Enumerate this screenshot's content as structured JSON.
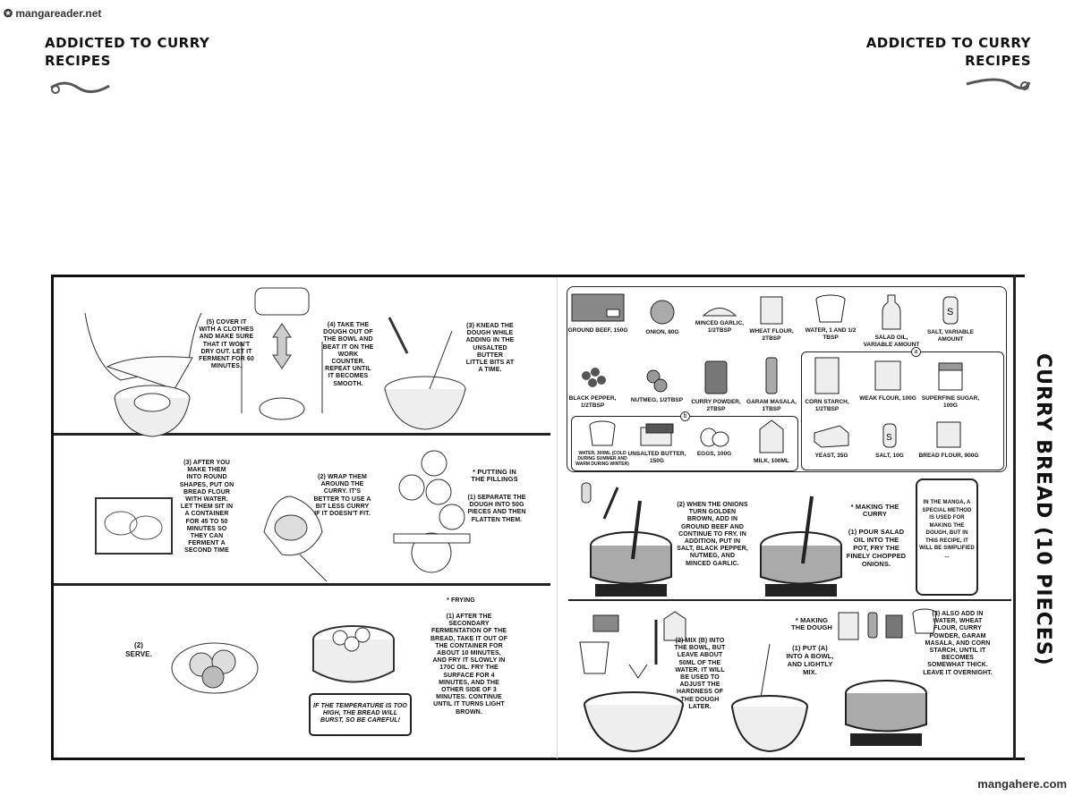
{
  "watermarks": {
    "top": "mangareader.net",
    "bottom": "mangahere.com"
  },
  "header": {
    "left_line1": "ADDICTED TO CURRY",
    "left_line2": "RECIPES",
    "right_line1": "ADDICTED TO CURRY",
    "right_line2": "RECIPES"
  },
  "title": "CURRY BREAD (10 PIECES)",
  "ingredients": {
    "row1": [
      "GROUND BEEF, 150G",
      "ONION, 80G",
      "MINCED GARLIC, 1/2TBSP",
      "WHEAT FLOUR, 2TBSP",
      "WATER, 1 AND 1/2 TBSP",
      "SALAD OIL, VARIABLE AMOUNT",
      "SALT, VARIABLE AMOUNT"
    ],
    "row2": [
      "BLACK PEPPER, 1/2TBSP",
      "NUTMEG, 1/2TBSP",
      "CURRY POWDER, 2TBSP",
      "GARAM MASALA, 1TBSP",
      "CORN STARCH, 1/2TBSP"
    ],
    "group_a_label": "a",
    "group_a": [
      "WEAK FLOUR, 100G",
      "SUPERFINE SUGAR, 100G",
      "YEAST, 35G",
      "SALT, 10G",
      "BREAD FLOUR, 900G"
    ],
    "group_b_label": "b",
    "group_b": [
      "WATER, 300ML (COLD DURING SUMMER AND WARM DURING WINTER)",
      "UNSALTED BUTTER, 150G",
      "EGGS, 100G",
      "MILK, 100ML"
    ]
  },
  "steps": {
    "ferment_5": "(5) COVER IT WITH A CLOTHES AND MAKE SURE THAT IT WON'T DRY OUT. LET IT FERMENT FOR 60 MINUTES.",
    "beat_4": "(4) TAKE THE DOUGH OUT OF THE BOWL AND BEAT IT ON THE WORK COUNTER. REPEAT UNTIL IT BECOMES SMOOTH.",
    "knead_3": "(3) KNEAD THE DOUGH WHILE ADDING IN THE UNSALTED BUTTER LITTLE BITS AT A TIME.",
    "fill_3": "(3) AFTER YOU MAKE THEM INTO ROUND SHAPES, PUT ON BREAD FLOUR WITH WATER. LET THEM SIT IN A CONTAINER FOR 45 TO 50 MINUTES SO THEY CAN FERMENT A SECOND TIME",
    "fill_2": "(2) WRAP THEM AROUND THE CURRY. IT'S BETTER TO USE A BIT LESS CURRY IF IT DOESN'T FIT.",
    "fill_heading": "* PUTTING IN THE FILLINGS",
    "fill_1": "(1) SEPARATE THE DOUGH INTO 50G PIECES AND THEN FLATTEN THEM.",
    "serve_2": "(2) SERVE.",
    "fry_heading": "* FRYING",
    "fry_1": "(1) AFTER THE SECONDARY FERMENTATION OF THE BREAD, TAKE IT OUT OF THE CONTAINER FOR ABOUT 10 MINUTES, AND FRY IT SLOWLY IN 170C OIL. FRY THE SURFACE FOR 4 MINUTES, AND THE OTHER SIDE OF 3 MINUTES. CONTINUE UNTIL IT TURNS LIGHT BROWN.",
    "fry_warning": "IF THE TEMPERATURE IS TOO HIGH, THE BREAD WILL BURST, SO BE CAREFUL!",
    "curry_2": "(2) WHEN THE ONIONS TURN GOLDEN BROWN, ADD IN GROUND BEEF AND CONTINUE TO FRY. IN ADDITION, PUT IN SALT, BLACK PEPPER, NUTMEG, AND MINCED GARLIC.",
    "curry_heading": "* MAKING THE CURRY",
    "curry_1": "(1) POUR SALAD OIL INTO THE POT, FRY THE FINELY CHOPPED ONIONS.",
    "note": "IN THE MANGA, A SPECIAL METHOD IS USED FOR MAKING THE DOUGH, BUT IN THIS RECIPE, IT WILL BE SIMPLIFIED ...",
    "dough_2": "(2) MIX (B) INTO THE BOWL, BUT LEAVE ABOUT 50ML OF THE WATER. IT WILL BE USED TO ADJUST THE HARDNESS OF THE DOUGH LATER.",
    "dough_heading": "* MAKING THE DOUGH",
    "dough_1": "(1) PUT (A) INTO A BOWL, AND LIGHTLY MIX.",
    "curry_3": "(3) ALSO ADD IN WATER, WHEAT FLOUR, CURRY POWDER, GARAM MASALA, AND CORN STARCH, UNTIL IT BECOMES SOMEWHAT THICK. LEAVE IT OVERNIGHT."
  }
}
